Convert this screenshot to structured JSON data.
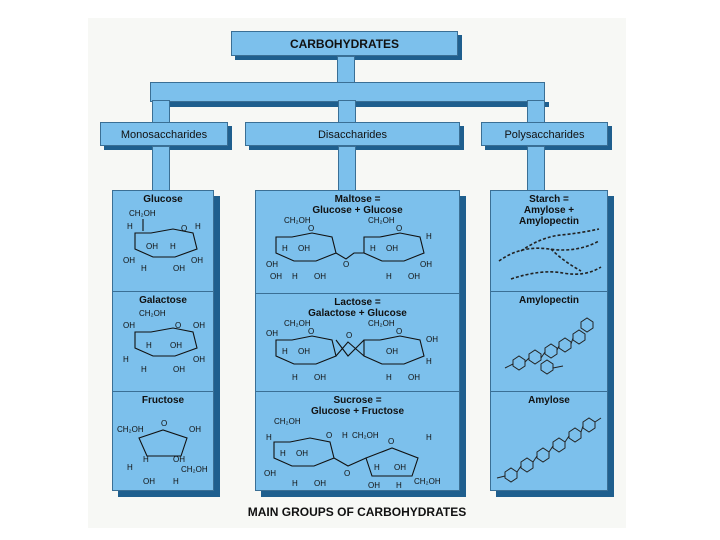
{
  "root": {
    "label": "CARBOHYDRATES"
  },
  "categories": [
    {
      "label": "Monosaccharides"
    },
    {
      "label": "Disaccharides"
    },
    {
      "label": "Polysaccharides"
    }
  ],
  "mono": [
    {
      "title": "Glucose"
    },
    {
      "title": "Galactose"
    },
    {
      "title": "Fructose"
    }
  ],
  "di": [
    {
      "title_1": "Maltose =",
      "title_2": "Glucose + Glucose"
    },
    {
      "title_1": "Lactose =",
      "title_2": "Galactose + Glucose"
    },
    {
      "title_1": "Sucrose =",
      "title_2": "Glucose + Fructose"
    }
  ],
  "poly": [
    {
      "title_1": "Starch =",
      "title_2": "Amylose +",
      "title_3": "Amylopectin"
    },
    {
      "title_1": "Amylopectin"
    },
    {
      "title_1": "Amylose"
    }
  ],
  "labels": {
    "ch2oh": "CH₂OH",
    "oh": "OH",
    "h": "H",
    "o": "O"
  },
  "caption": "MAIN GROUPS OF CARBOHYDRATES",
  "colors": {
    "box_fill": "#7cc0ec",
    "box_shadow": "#1f5f8e",
    "text": "#111111"
  }
}
